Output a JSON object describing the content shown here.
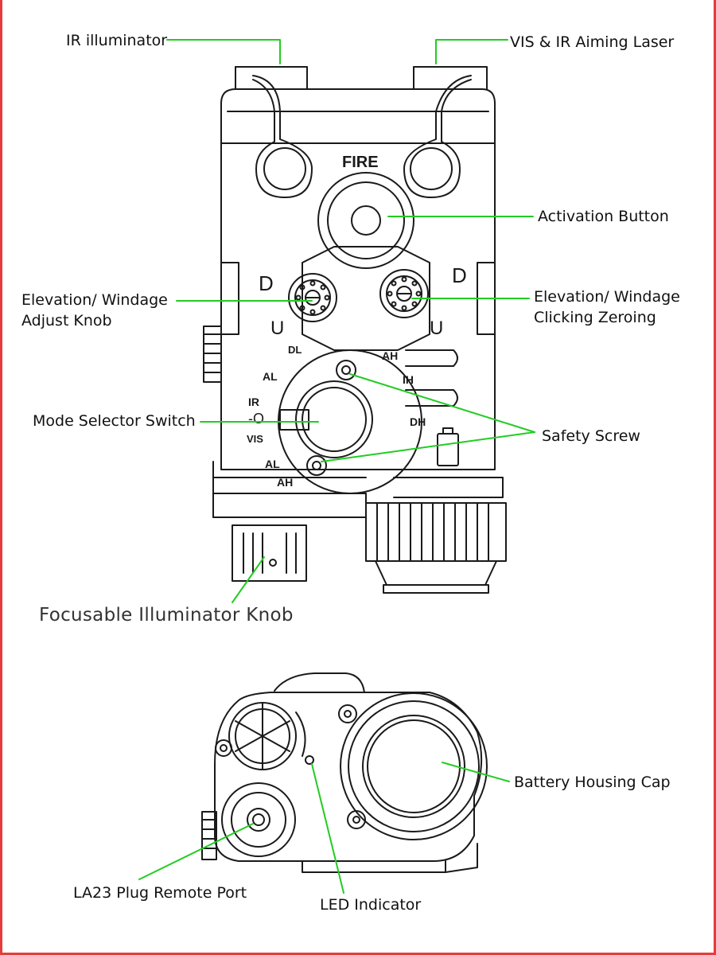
{
  "callouts": {
    "ir_illuminator": "IR illuminator",
    "vis_ir_aiming_laser": "VIS & IR Aiming Laser",
    "activation_button": "Activation Button",
    "elev_windage_adjust_line1": "Elevation/ Windage",
    "elev_windage_adjust_line2": "Adjust Knob",
    "elev_windage_zeroing_line1": "Elevation/ Windage",
    "elev_windage_zeroing_line2": "Clicking Zeroing",
    "mode_selector_switch": "Mode Selector Switch",
    "safety_screw": "Safety Screw",
    "focusable_illuminator_knob": "Focusable Illuminator Knob",
    "battery_housing_cap": "Battery Housing Cap",
    "la23_plug_remote_port": "LA23 Plug Remote Port",
    "led_indicator": "LED Indicator"
  },
  "device_markings": {
    "fire": "FIRE",
    "d_left": "D",
    "u_left": "U",
    "d_right": "D",
    "u_right": "U",
    "dl": "DL",
    "al_top": "AL",
    "ir": "IR",
    "o_mark": "-O",
    "vis": "VIS",
    "al_bottom": "AL",
    "ah_bottom": "AH",
    "ah_top": "AH",
    "ih": "IH",
    "dh": "DH"
  },
  "colors": {
    "leader_line": "#22cc22",
    "outline": "#1a1a1a",
    "border": "#e53b3b"
  }
}
